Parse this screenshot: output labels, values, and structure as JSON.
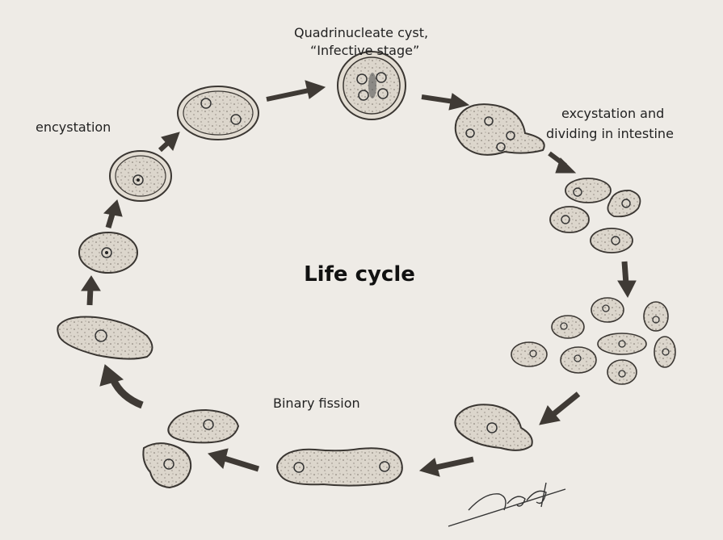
{
  "title": "Life cycle",
  "labels": {
    "cyst": "Quadrinucleate cyst,",
    "cyst_sub": "“Infective stage”",
    "excystation": "excystation and",
    "excystation_sub": "dividing in intestine",
    "encystation": "encystation",
    "binary_fission": "Binary fission"
  },
  "signature": "Nad",
  "colors": {
    "background": "#eeebe6",
    "cell_fill": "#ddd8cf",
    "outline": "#3a3632",
    "arrow": "#3f3a35"
  }
}
